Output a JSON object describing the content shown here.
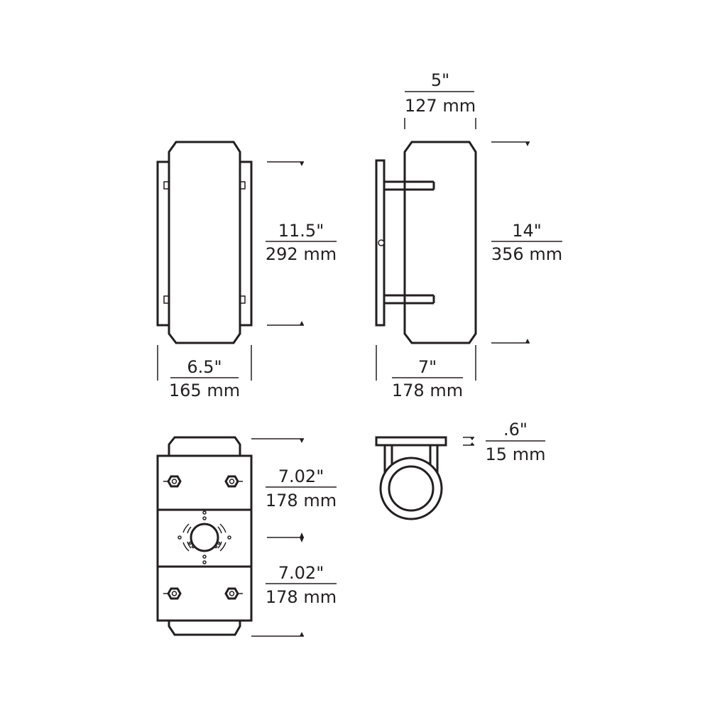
{
  "dimensions": {
    "front_height_in": "11.5\"",
    "front_height_mm": "292 mm",
    "front_width_in": "6.5\"",
    "front_width_mm": "165 mm",
    "side_top_width_in": "5\"",
    "side_top_width_mm": "127 mm",
    "side_height_in": "14\"",
    "side_height_mm": "356 mm",
    "side_depth_in": "7\"",
    "side_depth_mm": "178 mm",
    "back_upper_in": "7.02\"",
    "back_upper_mm": "178 mm",
    "back_lower_in": "7.02\"",
    "back_lower_mm": "178 mm",
    "top_offset_in": ".6\"",
    "top_offset_mm": "15 mm"
  }
}
